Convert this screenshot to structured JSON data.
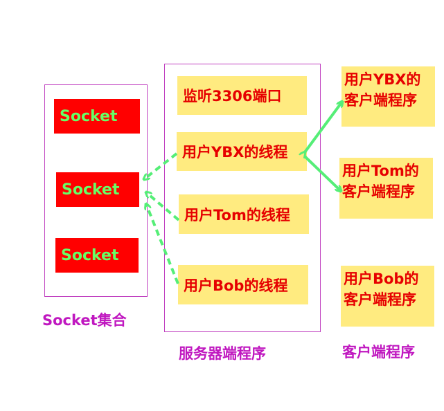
{
  "socket_set": {
    "caption": "Socket集合",
    "sockets": [
      "Socket",
      "Socket",
      "Socket"
    ]
  },
  "server": {
    "caption": "服务器端程序",
    "listen": "监听3306端口",
    "threads": [
      "用户YBX的线程",
      "用户Tom的线程",
      "用户Bob的线程"
    ]
  },
  "clients": {
    "caption": "客户端程序",
    "items": [
      {
        "line1": "用户YBX的",
        "line2": "客户端程序"
      },
      {
        "line1": "用户Tom的",
        "line2": "客户端程序"
      },
      {
        "line1": "用户Bob的",
        "line2": "客户端程序"
      }
    ]
  },
  "colors": {
    "frame": "#c040c0",
    "socket_bg": "#ff0000",
    "socket_text": "#66ff66",
    "box_bg": "#ffeb80",
    "box_text": "#e60000",
    "arrow": "#55ee77",
    "caption": "#c018c0"
  }
}
